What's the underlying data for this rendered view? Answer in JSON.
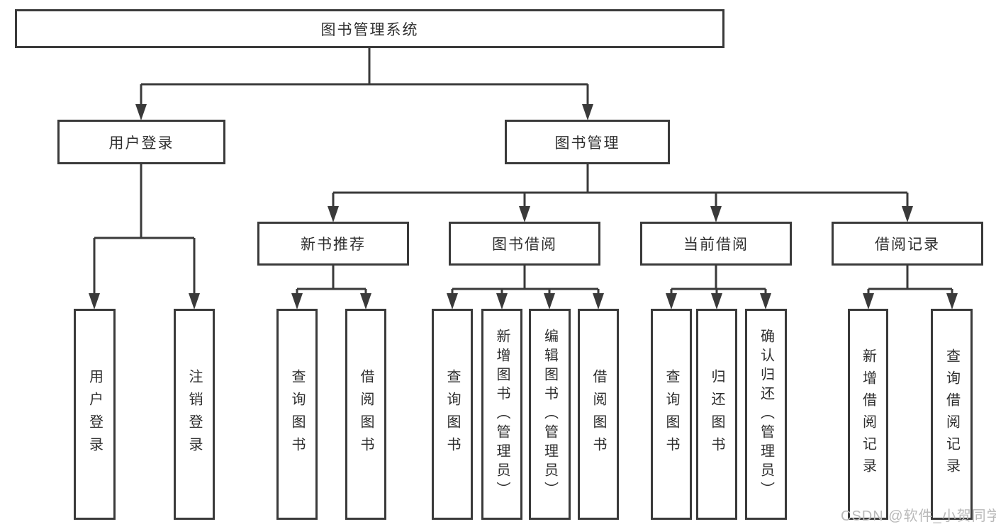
{
  "diagram": {
    "type": "hierarchy-tree",
    "title": "图书管理系统",
    "colors": {
      "line": "#3a3a3a",
      "box_border": "#3a3a3a",
      "box_fill": "#ffffff",
      "text": "#2e2e2e",
      "watermark": "#b9b9b9",
      "background": "#ffffff"
    }
  },
  "root": {
    "label": "图书管理系统"
  },
  "branches": [
    {
      "label": "用户登录",
      "children": [
        {
          "label": "用户登录"
        },
        {
          "label": "注销登录"
        }
      ]
    },
    {
      "label": "图书管理",
      "children": [
        {
          "label": "新书推荐",
          "children": [
            {
              "label": "查询图书"
            },
            {
              "label": "借阅图书"
            }
          ]
        },
        {
          "label": "图书借阅",
          "children": [
            {
              "label": "查询图书"
            },
            {
              "label": "新增图书（管理员）"
            },
            {
              "label": "编辑图书（管理员）"
            },
            {
              "label": "借阅图书"
            }
          ]
        },
        {
          "label": "当前借阅",
          "children": [
            {
              "label": "查询图书"
            },
            {
              "label": "归还图书"
            },
            {
              "label": "确认归还（管理员）"
            }
          ]
        },
        {
          "label": "借阅记录",
          "children": [
            {
              "label": "新增借阅记录"
            },
            {
              "label": "查询借阅记录"
            }
          ]
        }
      ]
    }
  ],
  "watermark": {
    "text": "CSDN @软件_小贺同学"
  }
}
